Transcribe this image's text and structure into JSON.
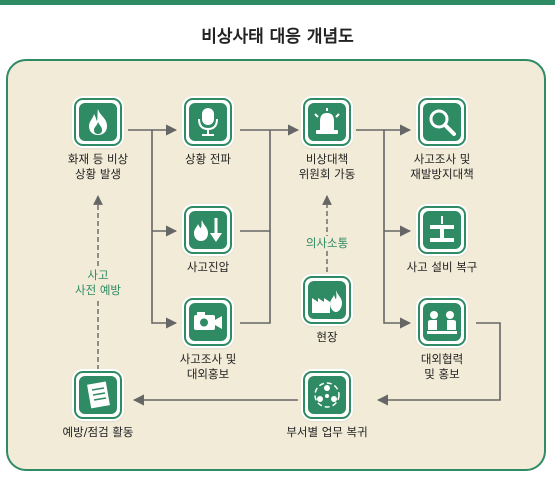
{
  "title": "비상사태 대응 개념도",
  "nodes": {
    "fire": "화재 등 비상\n상황 발생",
    "report": "상황 전파",
    "committee": "비상대책\n위원회 가동",
    "investigate": "사고조사 및\n재발방지대책",
    "suppress": "사고진압",
    "repair": "사고 설비 복구",
    "pr": "사고조사 및\n대외홍보",
    "site": "현장",
    "cooperation": "대외협력\n및 홍보",
    "prevention": "예방/점검 활동",
    "recovery": "부서별 업무 복귀"
  },
  "side_labels": {
    "prevent": "사고\n사전 예방",
    "communication": "의사소통"
  },
  "colors": {
    "accent": "#2e8b63",
    "background": "#f1ebd8",
    "arrow": "#666666"
  },
  "icons": {
    "fire": "flame-icon",
    "report": "microphone-icon",
    "committee": "siren-icon",
    "investigate": "magnifier-icon",
    "suppress": "fire-extinguish-icon",
    "repair": "crane-beam-icon",
    "pr": "camera-icon",
    "site": "factory-fire-icon",
    "cooperation": "meeting-icon",
    "prevention": "checklist-icon",
    "recovery": "team-cycle-icon"
  }
}
